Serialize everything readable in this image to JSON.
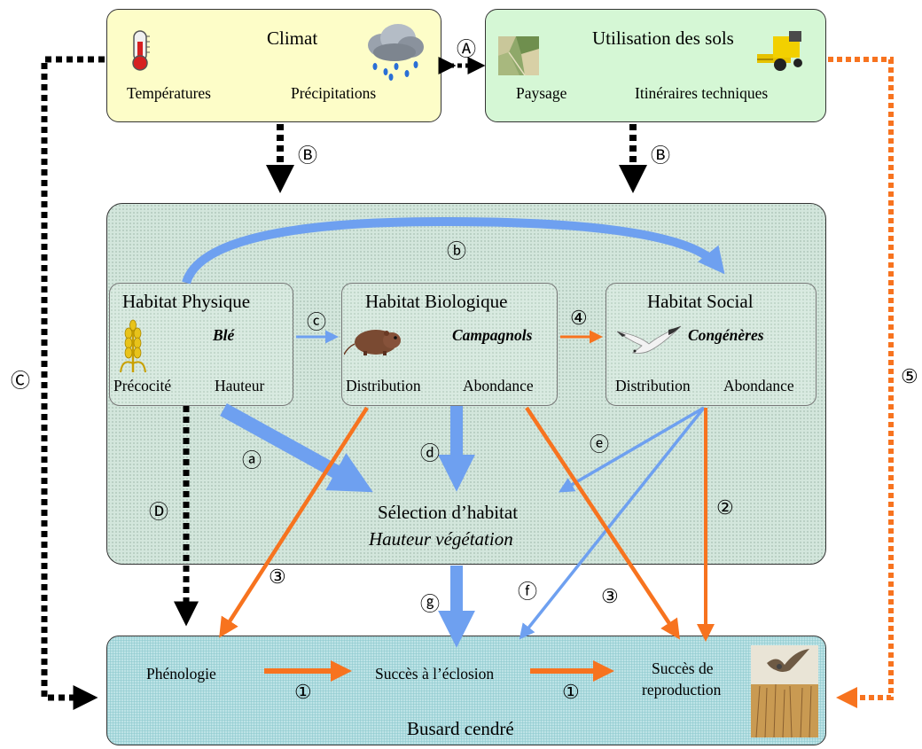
{
  "climat": {
    "title": "Climat",
    "left_label": "Températures",
    "right_label": "Précipitations",
    "icons": [
      "thermometer-icon",
      "rain-cloud-icon"
    ]
  },
  "sols": {
    "title": "Utilisation des sols",
    "left_label": "Paysage",
    "right_label": "Itinéraires techniques",
    "icons": [
      "aerial-landscape-icon",
      "combine-harvester-icon"
    ]
  },
  "habitat_physique": {
    "title": "Habitat Physique",
    "species": "Blé",
    "left_label": "Précocité",
    "right_label": "Hauteur",
    "icon": "wheat-icon"
  },
  "habitat_biologique": {
    "title": "Habitat Biologique",
    "species": "Campagnols",
    "left_label": "Distribution",
    "right_label": "Abondance",
    "icon": "vole-icon"
  },
  "habitat_social": {
    "title": "Habitat Social",
    "species": "Congénères",
    "left_label": "Distribution",
    "right_label": "Abondance",
    "icon": "harrier-bird-icon"
  },
  "selection": {
    "title": "Sélection d’habitat",
    "subtitle": "Hauteur végétation"
  },
  "busard": {
    "title": "Busard cendré",
    "phenologie": "Phénologie",
    "eclosion": "Succès à l’éclosion",
    "reproduction_line1": "Succès de",
    "reproduction_line2": "reproduction",
    "icon": "harrier-in-field-icon"
  },
  "markers": {
    "A": "Ⓐ",
    "B": "Ⓑ",
    "C": "Ⓒ",
    "D": "Ⓓ",
    "a": "ⓐ",
    "b": "ⓑ",
    "c": "ⓒ",
    "d": "ⓓ",
    "e": "ⓔ",
    "f": "ⓕ",
    "g": "ⓖ",
    "one": "①",
    "two": "②",
    "three": "③",
    "four": "④",
    "five": "⑤"
  },
  "colors": {
    "blue_arrow": "#6ea0f0",
    "orange_arrow": "#f7731f",
    "black_dotted": "#000000",
    "climat_bg": "#fdfdc8",
    "sols_bg": "#d5f7d5",
    "habitat_bg": "#d3e6dc",
    "busard_bg": "#bde3e6"
  }
}
